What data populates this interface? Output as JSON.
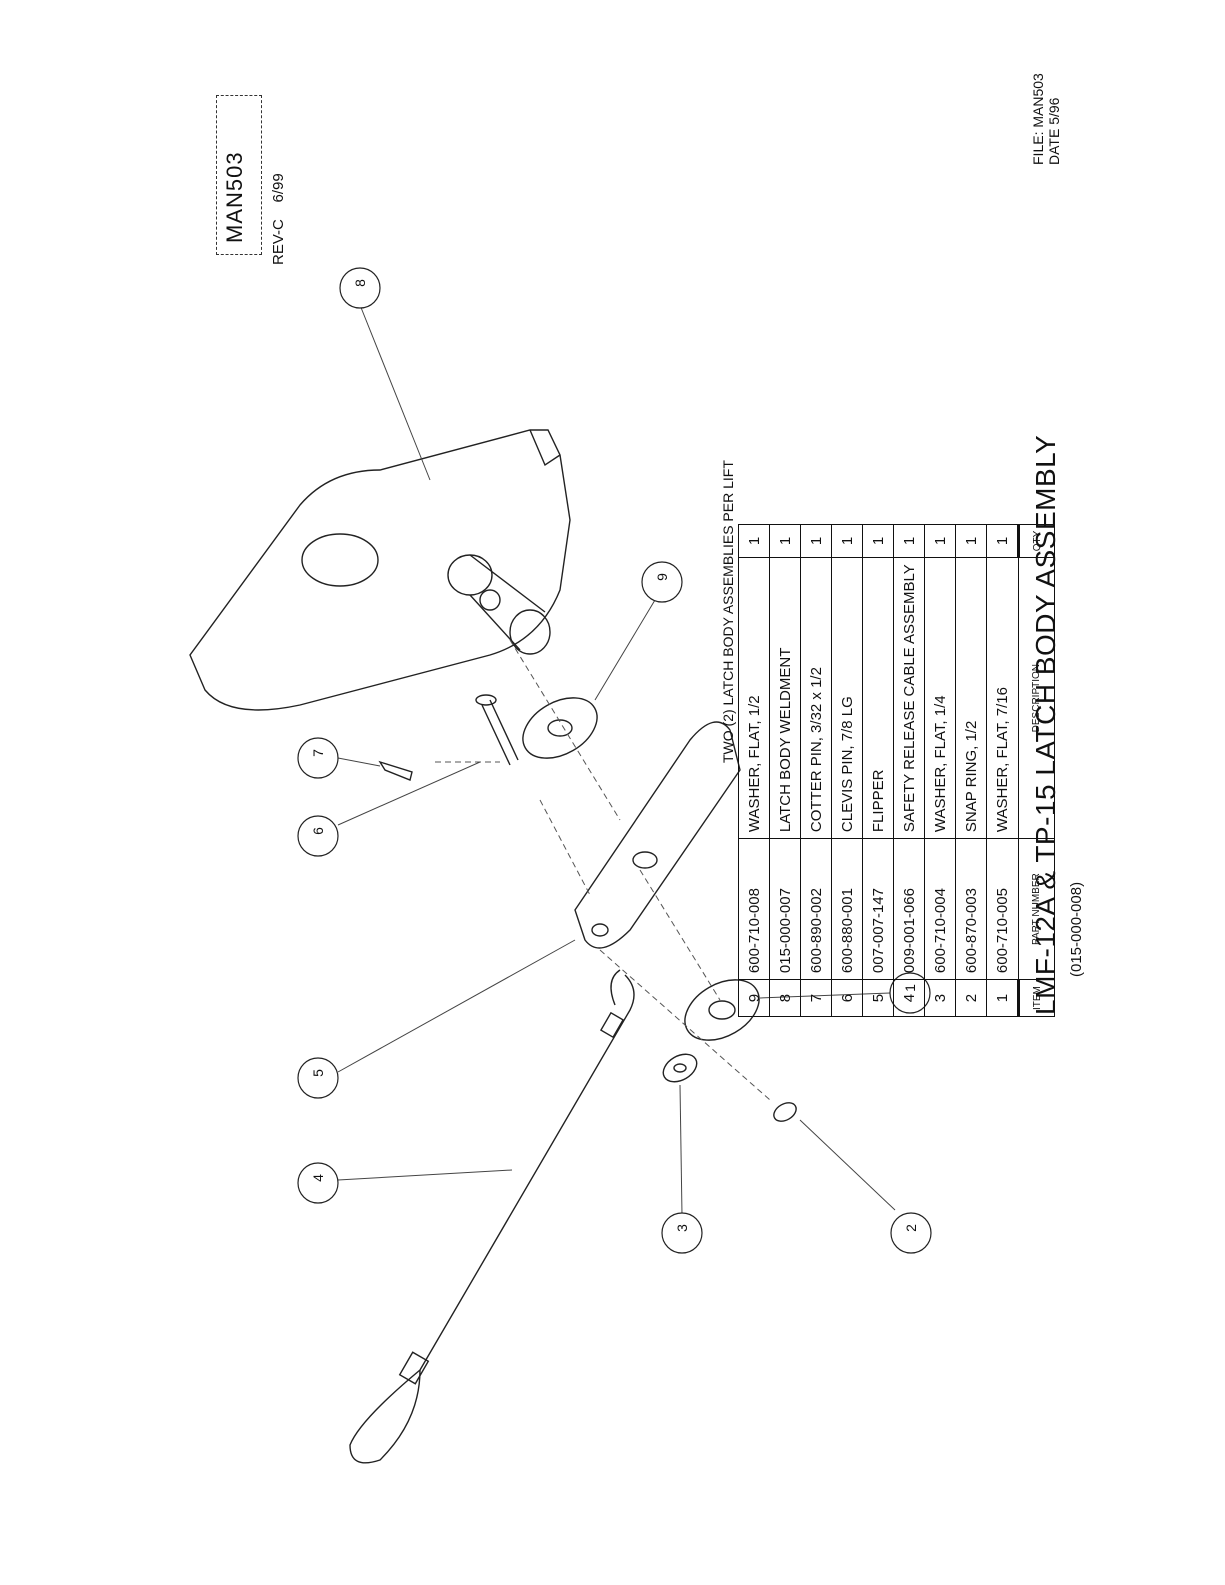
{
  "drawing_id": "MAN503",
  "revision": "REV-C",
  "revision_date": "6/99",
  "note": "TWO (2) LATCH BODY ASSEMBLIES PER LIFT",
  "title": "LMF-12A & TP-15 LATCH BODY ASSEMBLY",
  "subtitle": "(015-000-008)",
  "file_label": "FILE: MAN503",
  "date_label": "DATE 5/96",
  "table": {
    "headers": {
      "item": "ITEM",
      "part_number": "PART NUMBER",
      "description": "DESCRIPTION",
      "qty": "QTY"
    },
    "rows": [
      {
        "item": "9",
        "part_number": "600-710-008",
        "description": "WASHER, FLAT, 1/2",
        "qty": "1"
      },
      {
        "item": "8",
        "part_number": "015-000-007",
        "description": "LATCH BODY WELDMENT",
        "qty": "1"
      },
      {
        "item": "7",
        "part_number": "600-890-002",
        "description": "COTTER PIN, 3/32 x 1/2",
        "qty": "1"
      },
      {
        "item": "6",
        "part_number": "600-880-001",
        "description": "CLEVIS PIN, 7/8 LG",
        "qty": "1"
      },
      {
        "item": "5",
        "part_number": "007-007-147",
        "description": "FLIPPER",
        "qty": "1"
      },
      {
        "item": "4",
        "part_number": "009-001-066",
        "description": "SAFETY RELEASE CABLE ASSEMBLY",
        "qty": "1"
      },
      {
        "item": "3",
        "part_number": "600-710-004",
        "description": "WASHER, FLAT, 1/4",
        "qty": "1"
      },
      {
        "item": "2",
        "part_number": "600-870-003",
        "description": "SNAP RING, 1/2",
        "qty": "1"
      },
      {
        "item": "1",
        "part_number": "600-710-005",
        "description": "WASHER, FLAT, 7/16",
        "qty": "1"
      }
    ]
  },
  "callouts": [
    "8",
    "9",
    "7",
    "6",
    "5",
    "4",
    "3",
    "1",
    "2"
  ]
}
